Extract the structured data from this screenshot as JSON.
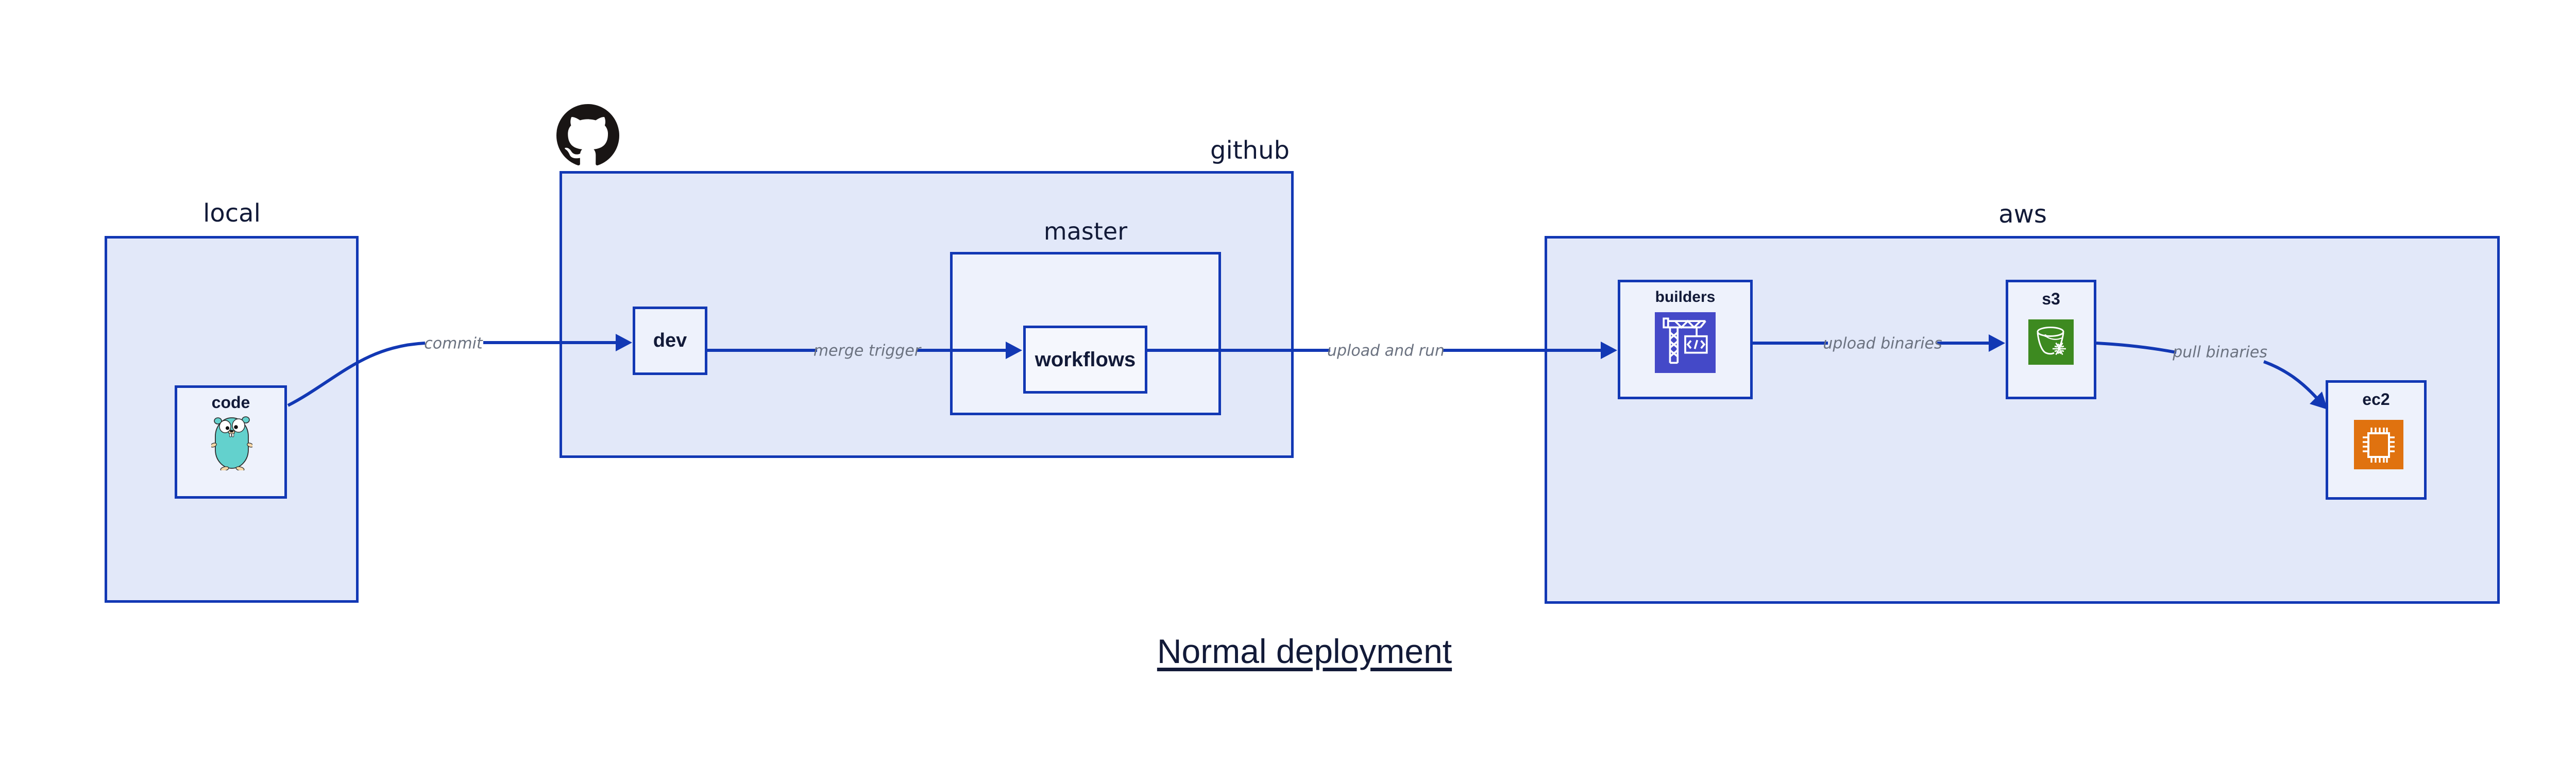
{
  "title": "Normal deployment",
  "colors": {
    "canvas_bg": "#ffffff",
    "box_border": "#1238b4",
    "outer_box_fill": "#e2e8f9",
    "inner_box_fill": "#eef2fc",
    "workflows_fill": "#f5f7fd",
    "label_text": "#121a38",
    "arrow_line": "#1238b4",
    "arrow_label_text": "#6b7280",
    "github_logo": "#191514",
    "gopher_body": "#63d1cd",
    "gopher_skin": "#f6d7a7",
    "builders_icon_bg": "#4449c8",
    "s3_icon_bg": "#3d8a20",
    "ec2_icon_bg": "#e0720f"
  },
  "groups": {
    "local": {
      "label": "local"
    },
    "github": {
      "label": "github",
      "icon": "github-octocat-logo-icon"
    },
    "master": {
      "label": "master"
    },
    "aws": {
      "label": "aws"
    }
  },
  "nodes": {
    "code": {
      "label": "code",
      "icon": "go-gopher-icon"
    },
    "dev": {
      "label": "dev"
    },
    "workflows": {
      "label": "workflows"
    },
    "builders": {
      "label": "builders",
      "icon": "codebuild-crane-icon"
    },
    "s3": {
      "label": "s3",
      "icon": "s3-glacier-bucket-icon"
    },
    "ec2": {
      "label": "ec2",
      "icon": "ec2-chip-icon"
    }
  },
  "arrows": [
    {
      "from": "code",
      "to": "dev",
      "label": "commit"
    },
    {
      "from": "dev",
      "to": "workflows",
      "label": "merge trigger"
    },
    {
      "from": "workflows",
      "to": "builders",
      "label": "upload and run"
    },
    {
      "from": "builders",
      "to": "s3",
      "label": "upload binaries"
    },
    {
      "from": "s3",
      "to": "ec2",
      "label": "pull binaries"
    }
  ]
}
